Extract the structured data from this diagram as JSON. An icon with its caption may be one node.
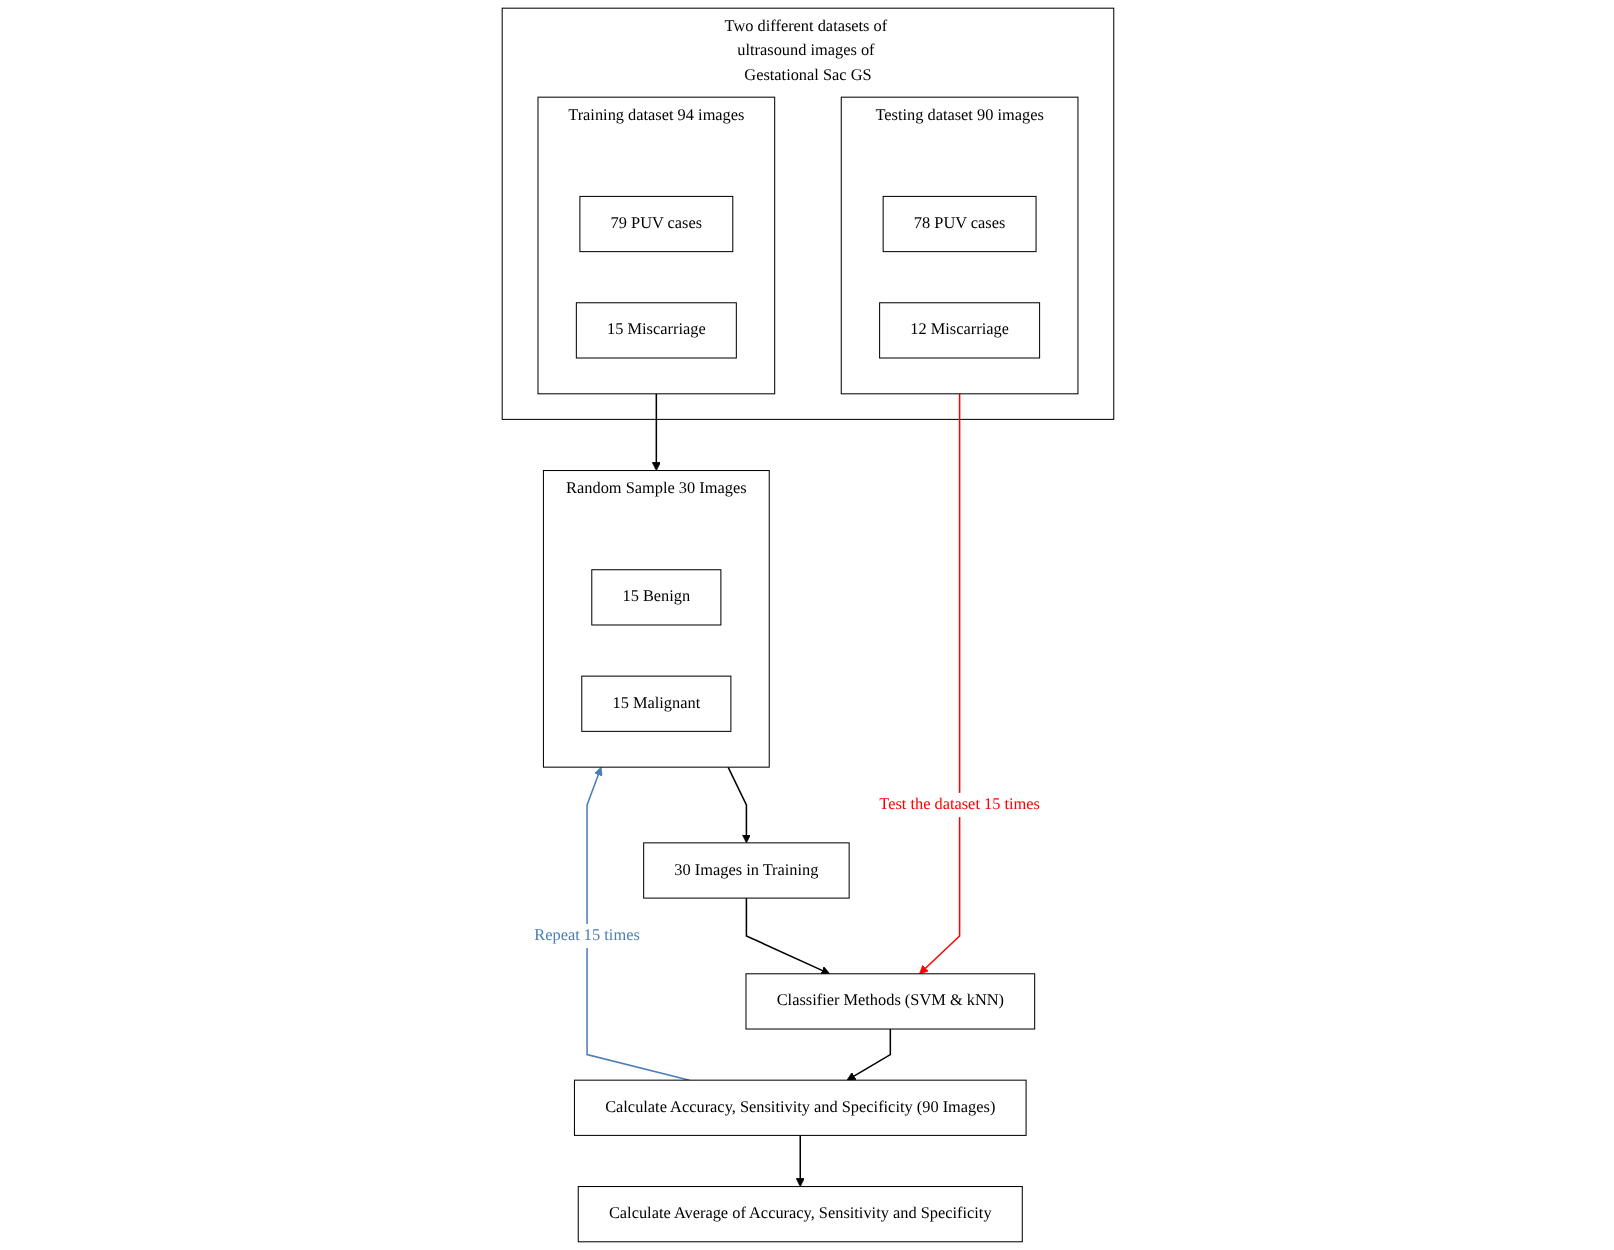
{
  "diagram": {
    "nodes": [
      {
        "text": [
          "Two different datasets of ultrasound images of Gestational Sac GS"
        ]
      },
      {
        "text": [
          "Testing dataset 90 images"
        ],
        "in": 0
      },
      {
        "text": [
          "78 PUV cases"
        ],
        "in": 1
      },
      {
        "text": [
          "12 Miscarriage"
        ],
        "in": 1
      },
      {
        "text": [
          "Training dataset 94 images"
        ],
        "in": 0
      },
      {
        "text": [
          "79 PUV cases"
        ],
        "in": 4
      },
      {
        "text": [
          "15 Miscarriage"
        ],
        "in": 4
      },
      {
        "text": [
          "Random Sample 30 Images"
        ]
      },
      {
        "text": [
          "15 Benign"
        ],
        "in": 7
      },
      {
        "text": [
          "15 Malignant"
        ],
        "in": 7
      },
      {
        "text": [
          "30 Images in Training"
        ]
      },
      {
        "text": [
          "Classifier Methods (SVM & kNN)"
        ]
      },
      {
        "text": [
          "Calculate Accuracy, Sensitivity and Specificity (90 Images)"
        ]
      },
      {
        "text": [
          "Calculate Average of Accuracy, Sensitivity and Specificity"
        ]
      }
    ],
    "edges": [
      {
        "from": 1,
        "to": 11,
        "arrow": "to",
        "label": "Test the dataset 15 times",
        "color": "#ff0000"
      },
      {
        "from": 4,
        "to": 7,
        "arrow": "to"
      },
      {
        "from": 7,
        "to": 10,
        "arrow": "to"
      },
      {
        "from": 10,
        "to": 11,
        "arrow": "to"
      },
      {
        "from": 11,
        "to": 12,
        "arrow": "to"
      },
      {
        "from": 12,
        "to": 13,
        "arrow": "to"
      },
      {
        "from": 12,
        "to": 7,
        "arrow": "to",
        "label": "Repeat 15 times",
        "color": "#4a7ebb"
      }
    ]
  }
}
